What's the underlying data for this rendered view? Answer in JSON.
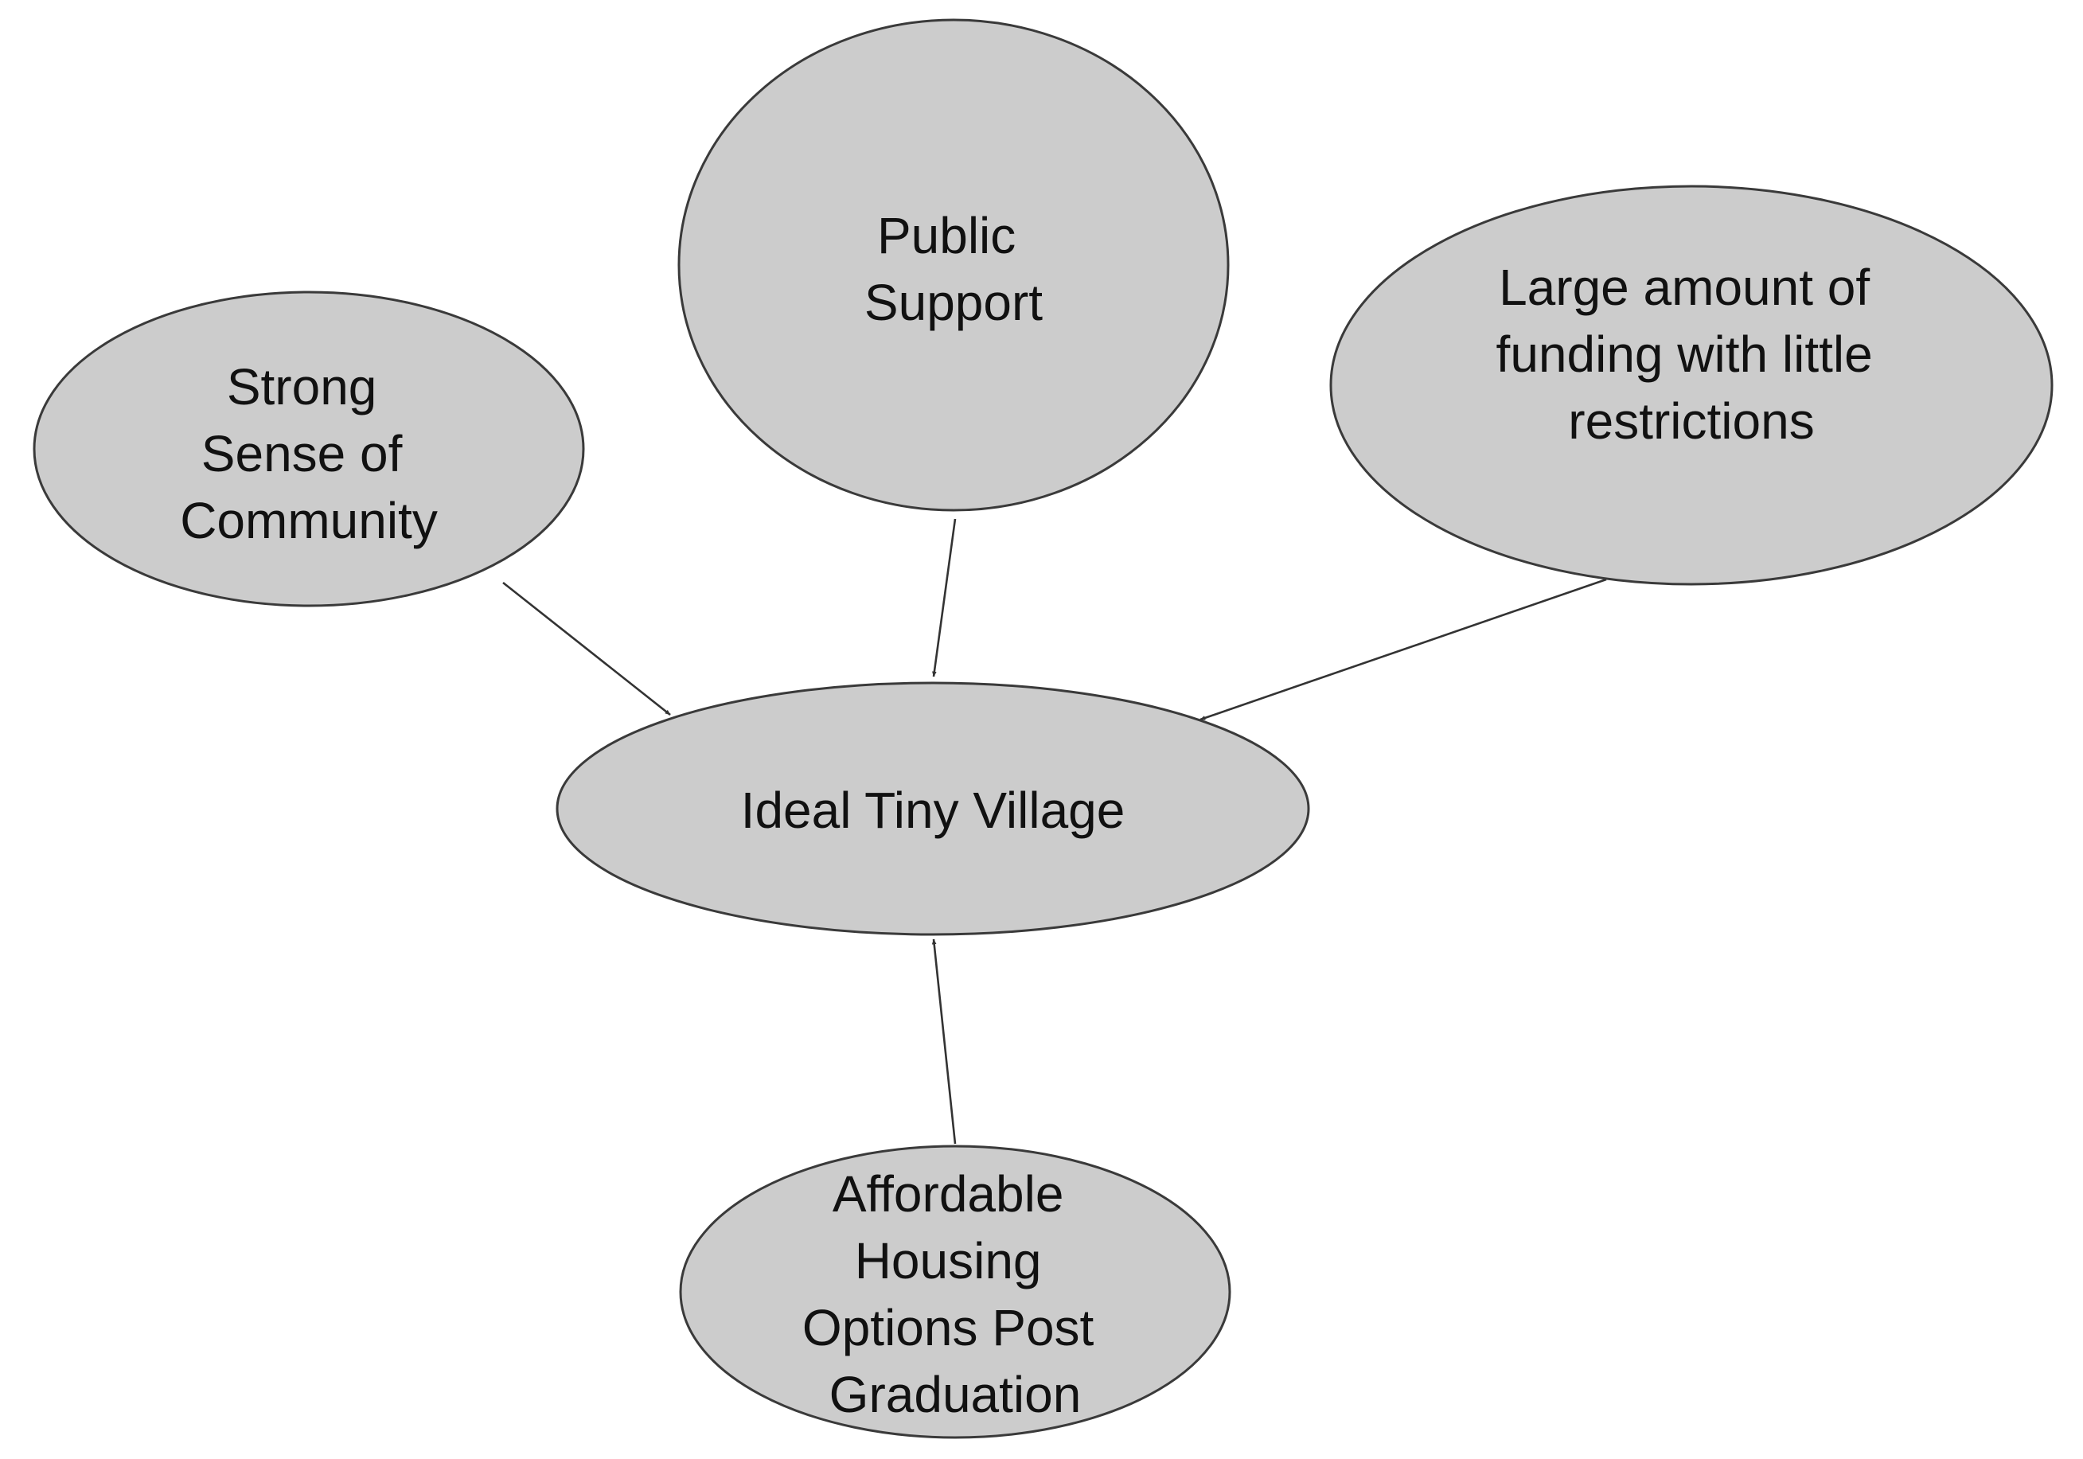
{
  "diagram": {
    "nodes": [
      {
        "id": "strong-community",
        "lines": [
          "Strong",
          "Sense of",
          "Community"
        ]
      },
      {
        "id": "public-support",
        "lines": [
          "Public",
          "Support"
        ]
      },
      {
        "id": "large-funding",
        "lines": [
          "Large amount of",
          "funding with little",
          "restrictions"
        ]
      },
      {
        "id": "ideal-tiny-village",
        "lines": [
          "Ideal Tiny Village"
        ]
      },
      {
        "id": "affordable-housing",
        "lines": [
          "Affordable",
          "Housing",
          "Options Post",
          "Graduation"
        ]
      }
    ],
    "edges": [
      {
        "from": "strong-community",
        "to": "ideal-tiny-village"
      },
      {
        "from": "public-support",
        "to": "ideal-tiny-village"
      },
      {
        "from": "large-funding",
        "to": "ideal-tiny-village"
      },
      {
        "from": "affordable-housing",
        "to": "ideal-tiny-village"
      }
    ]
  }
}
